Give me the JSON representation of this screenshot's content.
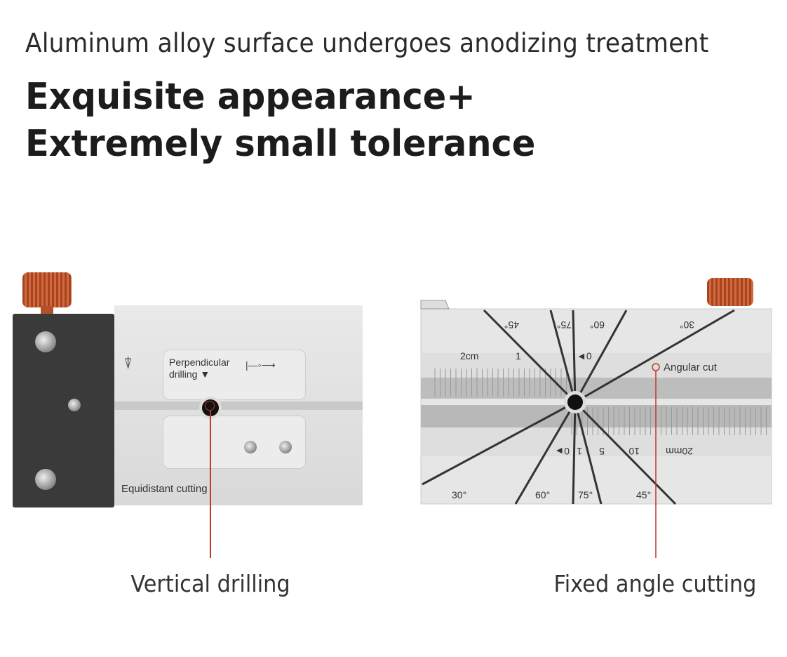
{
  "header": {
    "subtitle": "Aluminum alloy surface undergoes anodizing treatment",
    "title_line1": "Exquisite appearance+",
    "title_line2": "Extremely small tolerance"
  },
  "left_product": {
    "engraving_top": "Perpendicular",
    "engraving_top2": "drilling ▼",
    "engraving_bottom": "Equidistant cutting",
    "caption": "Vertical drilling"
  },
  "right_product": {
    "callout": "Angular cut",
    "caption": "Fixed angle cutting",
    "top_angles": [
      "45°",
      "75°",
      "60°",
      "30°"
    ],
    "bottom_angles": [
      "30°",
      "60°",
      "75°",
      "45°"
    ],
    "top_ruler": [
      "2cm",
      "1",
      "◄0"
    ],
    "bottom_ruler": [
      "0►",
      "1",
      "5",
      "10",
      "20mm"
    ]
  },
  "colors": {
    "knob": "#b5512a",
    "callout": "#c0392b",
    "body": "#3a3a3a"
  }
}
